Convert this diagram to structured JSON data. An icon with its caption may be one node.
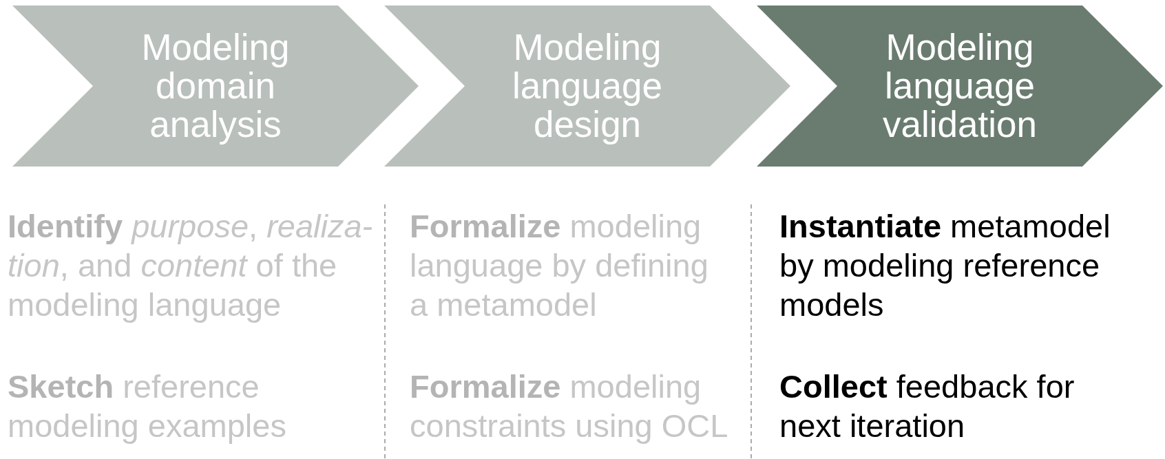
{
  "diagram": {
    "nodes": [
      {
        "text": [
          "Modeling domain analysis"
        ],
        "beside": [
          "**Identify** *purpose*, *realiza-tion*, and *content* of the modeling language",
          "**Sketch** reference modeling examples"
        ]
      },
      {
        "text": [
          "Modeling language design"
        ],
        "beside": [
          "**Formalize** modeling language by defining a metamodel",
          "**Formalize** modeling constraints using OCL"
        ]
      },
      {
        "text": [
          "Modeling language validation"
        ],
        "beside": [
          "**Instantiate** metamodel by modeling reference models",
          "**Collect** feedback for next iteration"
        ]
      }
    ]
  }
}
